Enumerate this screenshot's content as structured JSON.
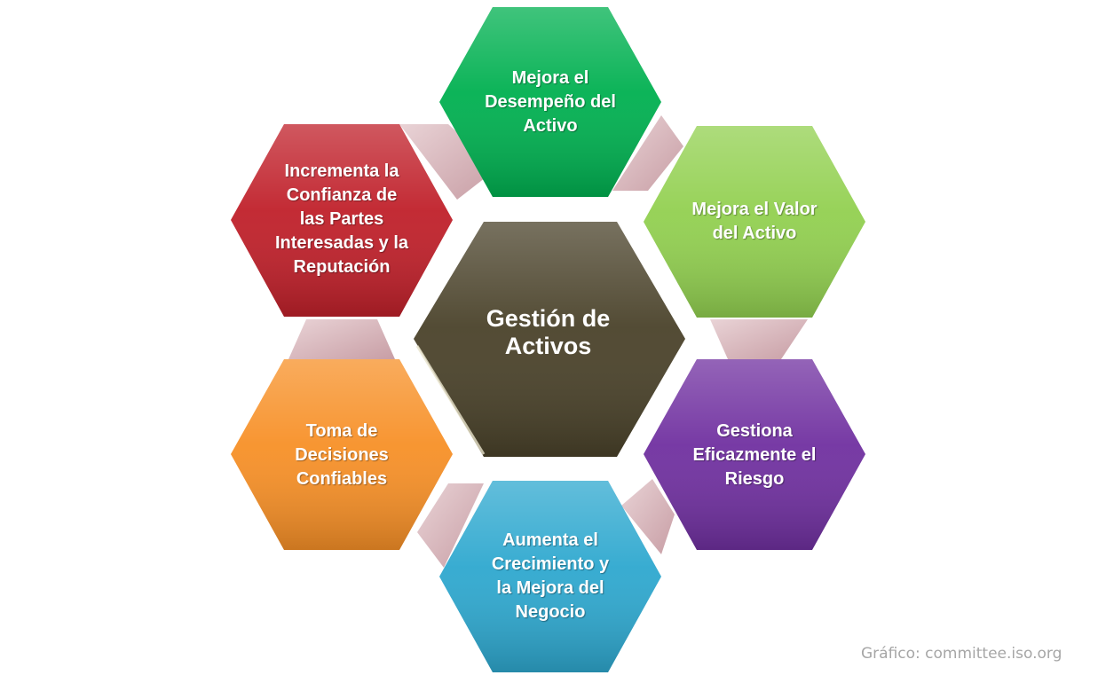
{
  "center": {
    "label": "Gestión de\nActivos",
    "color": "#4a422a"
  },
  "nodes": [
    {
      "id": "desempeno",
      "label": "Mejora el\nDesempeño del\nActivo",
      "color": "#00b050"
    },
    {
      "id": "valor",
      "label": "Mejora el Valor\ndel Activo",
      "color": "#92d050"
    },
    {
      "id": "riesgo",
      "label": "Gestiona\nEficazmente el\nRiesgo",
      "color": "#7030a0"
    },
    {
      "id": "crecimiento",
      "label": "Aumenta el\nCrecimiento y\nla Mejora del\nNegocio",
      "color": "#2ea8cf"
    },
    {
      "id": "decisiones",
      "label": "Toma de\nDecisiones\nConfiables",
      "color": "#f79027"
    },
    {
      "id": "confianza",
      "label": "Incrementa la\nConfianza de\nlas Partes\nInteresadas y la\nReputación",
      "color": "#c0202a"
    }
  ],
  "connector_color": "#d7b2b8",
  "credit": "Gráfico: committee.iso.org"
}
